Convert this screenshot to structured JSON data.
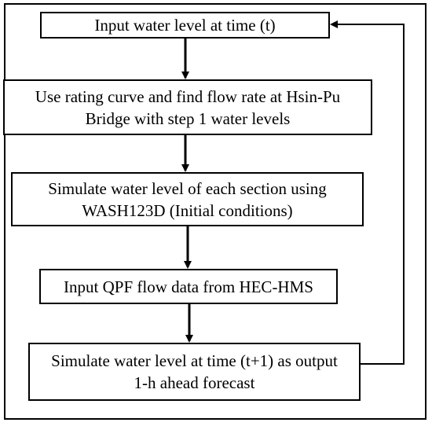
{
  "flowchart": {
    "steps": [
      {
        "id": "input-water-level",
        "text": "Input water level at time (t)"
      },
      {
        "id": "rating-curve",
        "text": "Use rating curve and find flow rate at Hsin-Pu\nBridge with step 1 water levels"
      },
      {
        "id": "simulate-initial",
        "text": "Simulate water level of each section using\nWASH123D (Initial conditions)"
      },
      {
        "id": "input-qpf",
        "text": "Input QPF flow data from HEC-HMS"
      },
      {
        "id": "simulate-output",
        "text": "Simulate water level at time (t+1) as output\n1-h ahead forecast"
      }
    ],
    "connections": [
      {
        "from": "input-water-level",
        "to": "rating-curve"
      },
      {
        "from": "rating-curve",
        "to": "simulate-initial"
      },
      {
        "from": "simulate-initial",
        "to": "input-qpf"
      },
      {
        "from": "input-qpf",
        "to": "simulate-output"
      },
      {
        "from": "simulate-output",
        "to": "input-water-level",
        "type": "feedback-loop"
      }
    ],
    "colors": {
      "stroke": "#000000",
      "background": "#ffffff"
    }
  }
}
